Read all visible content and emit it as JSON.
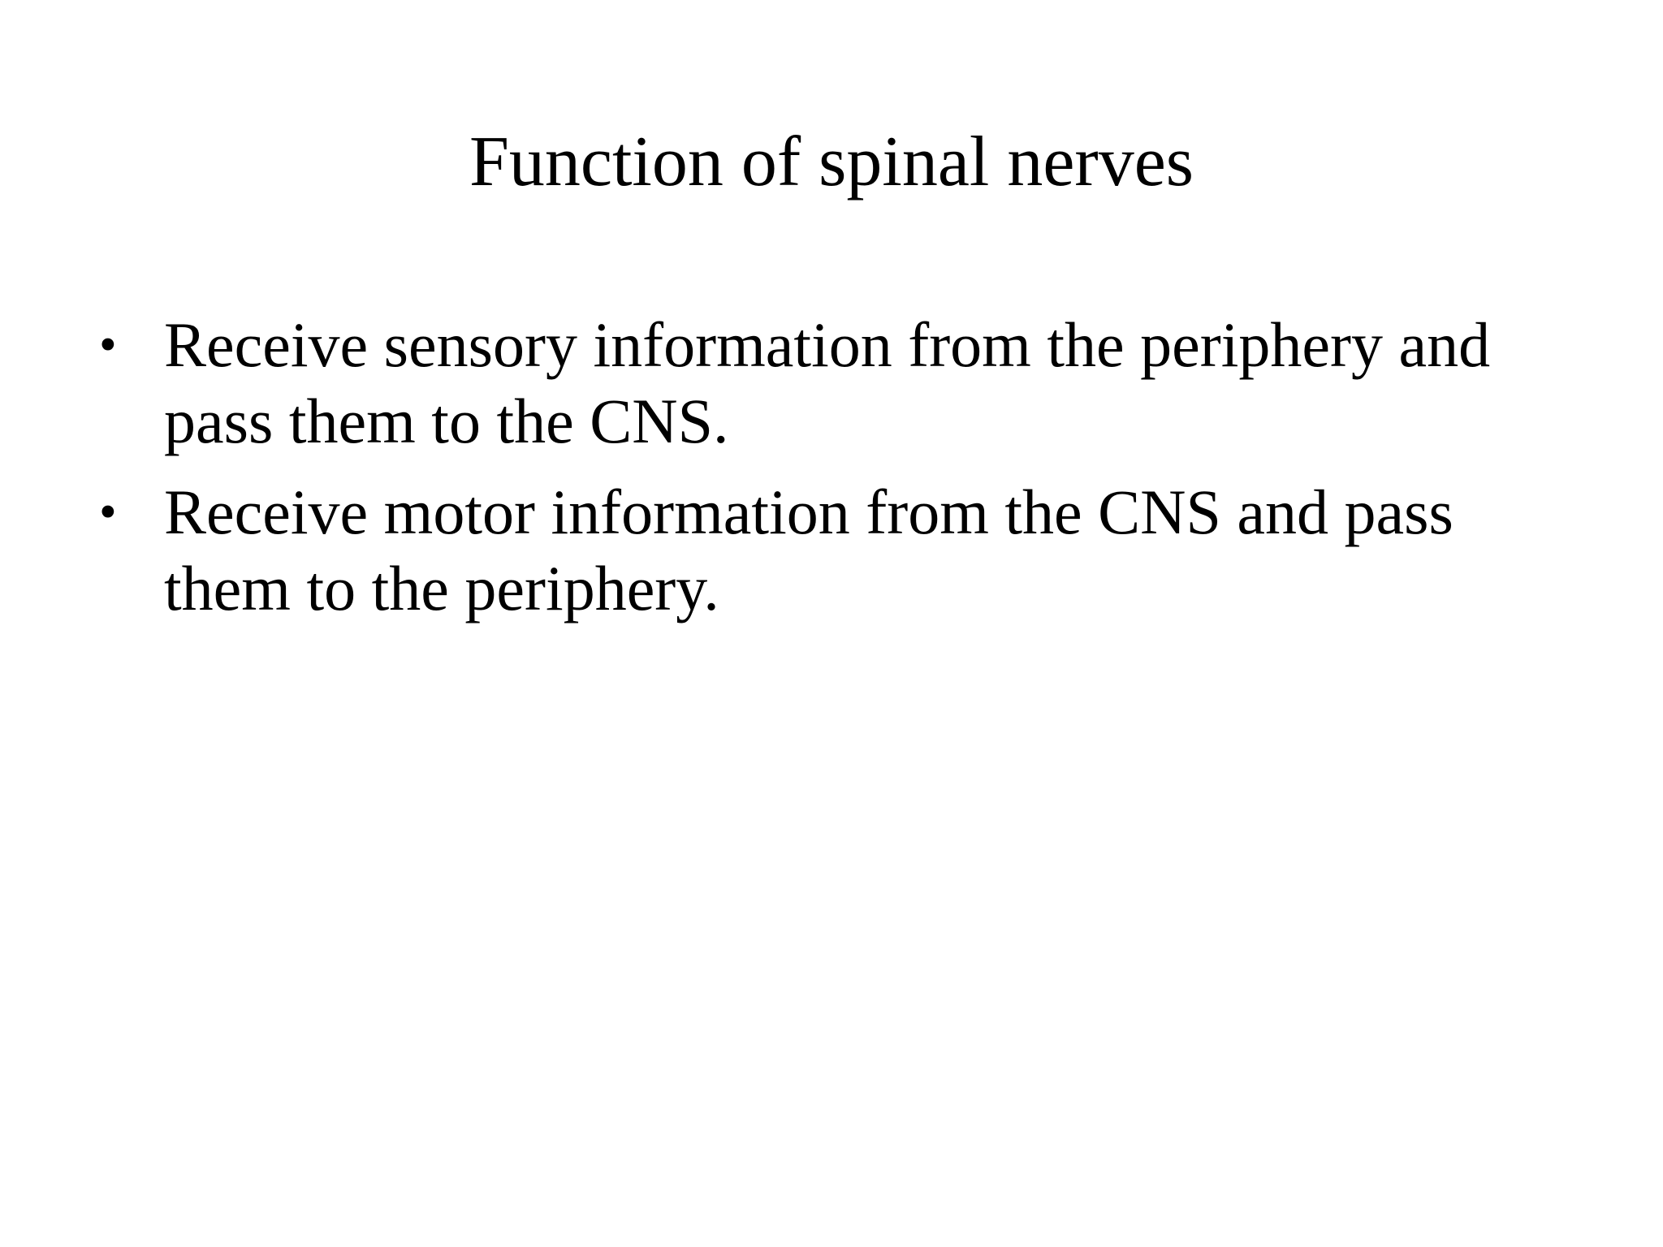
{
  "slide": {
    "title": "Function of spinal nerves",
    "bullet_glyph": "•",
    "bullets": [
      "Receive sensory information from the periphery and pass them to the CNS.",
      "Receive motor information from the CNS and pass them to the periphery."
    ]
  },
  "colors": {
    "background": "#ffffff",
    "text": "#000000"
  }
}
